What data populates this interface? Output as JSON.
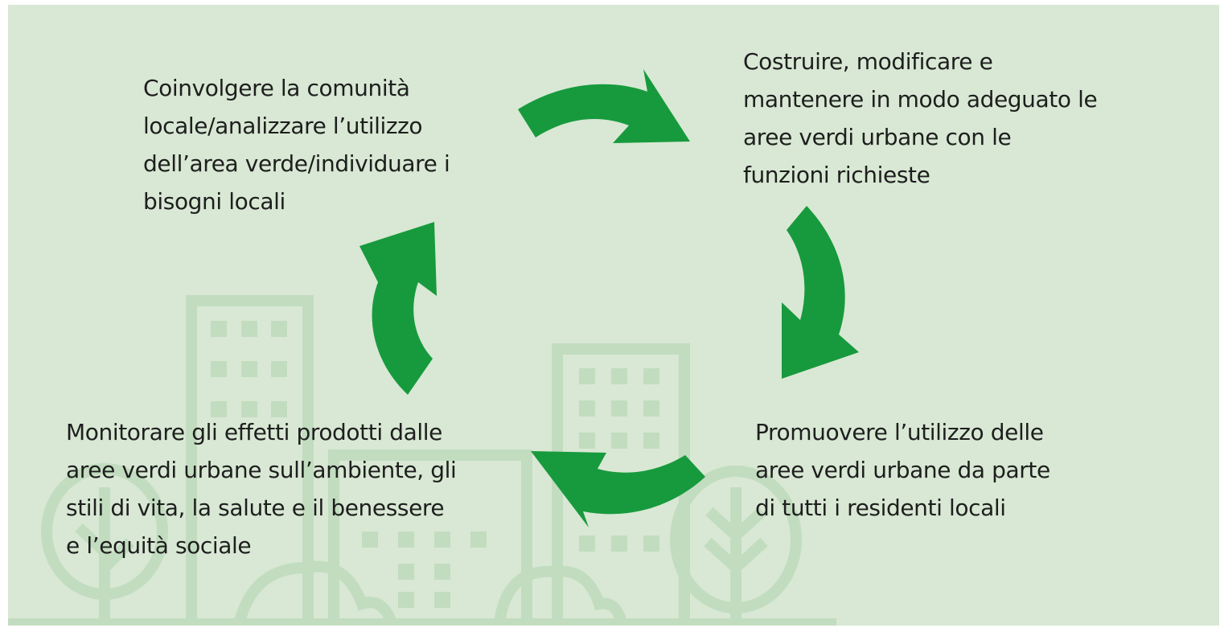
{
  "diagram": {
    "type": "cycle",
    "colors": {
      "background": "#d8e8d4",
      "arrow": "#179a3d",
      "illustration": "#c2dcbf",
      "text": "#1e1e1e"
    },
    "steps": [
      {
        "lines": [
          "Coinvolgere la comunità",
          "locale/analizzare l’utilizzo",
          "dell’area verde/individuare i",
          "bisogni locali"
        ]
      },
      {
        "lines": [
          "Costruire, modificare e",
          "mantenere in modo adeguato le",
          "aree verdi urbane con le",
          "funzioni richieste"
        ]
      },
      {
        "lines": [
          "Promuovere l’utilizzo delle",
          "aree verdi urbane da parte",
          "di tutti i residenti locali"
        ]
      },
      {
        "lines": [
          "Monitorare gli effetti prodotti dalle",
          "aree verdi urbane sull’ambiente, gli",
          "stili di vita, la salute e il benessere",
          "e l’equità sociale"
        ]
      }
    ],
    "background_illustration": "city-buildings-and-trees",
    "arrow_icons": [
      "arrow-top-icon",
      "arrow-right-icon",
      "arrow-bottom-icon",
      "arrow-left-icon"
    ]
  }
}
